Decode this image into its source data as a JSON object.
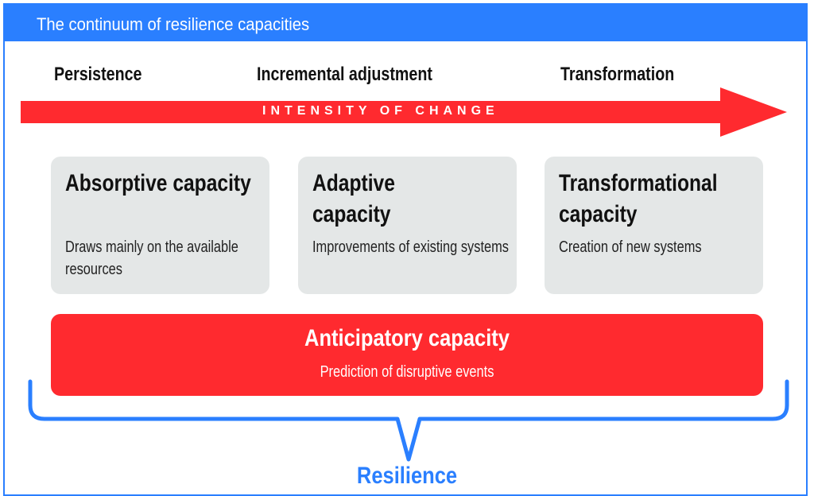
{
  "title": "The continuum of resilience capacities",
  "stages": [
    "Persistence",
    "Incremental adjustment",
    "Transformation"
  ],
  "arrow_label": "INTENSITY OF CHANGE",
  "capacities": [
    {
      "title": "Absorptive capacity",
      "description": "Draws mainly on the available resources"
    },
    {
      "title": "Adaptive capacity",
      "description": "Improvements of existing systems"
    },
    {
      "title": "Transformational capacity",
      "description": "Creation of new systems"
    }
  ],
  "anticipatory": {
    "title": "Anticipatory capacity",
    "description": "Prediction of disruptive events"
  },
  "result": "Resilience",
  "colors": {
    "blue": "#2a7fff",
    "red": "#ff2a2f",
    "gray": "#e4e7e7"
  }
}
